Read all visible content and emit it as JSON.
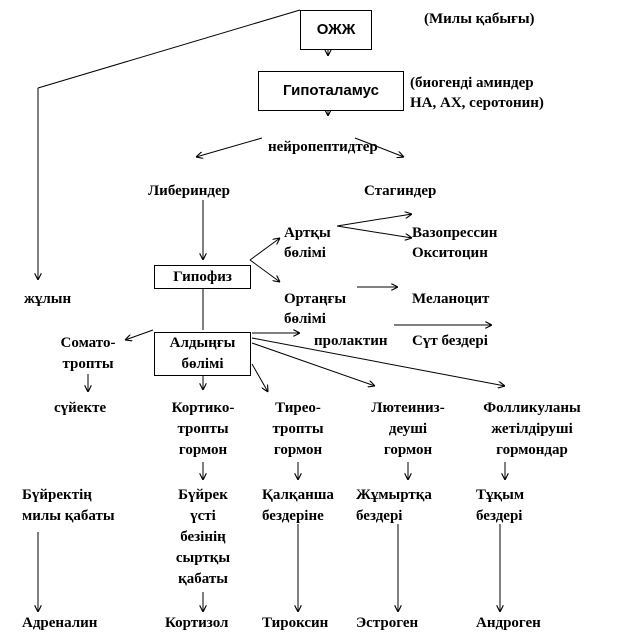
{
  "top_note": "(Милы қабығы)",
  "cns": "ОЖЖ",
  "hypothalamus": "Гипоталамус",
  "amines_line1": "(биогенді аминдер",
  "amines_line2": "НА, АХ, серотонин)",
  "neuropeptides": "нейропептидтер",
  "liberins": "Либериндер",
  "statins": "Стагиндер",
  "posterior_line1": "Артқы",
  "posterior_line2": "бөлімі",
  "vasopressin": "Вазопрессин",
  "oxytocin": "Окситоцин",
  "pituitary": "Гипофиз",
  "spinal_cord": "жұлын",
  "middle_line1": "Ортаңғы",
  "middle_line2": "бөлімі",
  "melanocyte": "Меланоцит",
  "somato_line1": "Сомато-",
  "somato_line2": "тропты",
  "anterior_line1": "Алдыңғы",
  "anterior_line2": "бөлімі",
  "prolactin": "пролактин",
  "mammary": "Сүт бездері",
  "bone": "сүйекте",
  "cortico": [
    "Кортико-",
    "тропты",
    "гормон"
  ],
  "thyreo": [
    "Тиреo-",
    "тропты",
    "гормон"
  ],
  "luteo": [
    "Лютеиниз-",
    "деуші",
    "гормон"
  ],
  "follicle": [
    "Фолликуланы",
    "жетілдіруші",
    "гормондар"
  ],
  "adrenal_medulla": [
    "Бүйректің",
    "милы қабаты"
  ],
  "adrenal_cortex": [
    "Бүйрек",
    "үсті",
    "безінің",
    "сыртқы",
    "қабаты"
  ],
  "thyroid": [
    "Қалқанша",
    "бездеріне"
  ],
  "ovary": [
    "Жұмыртқа",
    "бездері"
  ],
  "testis": [
    "Тұқым",
    "бездері"
  ],
  "adrenaline": "Адреналин",
  "cortisol": "Кортизол",
  "thyroxine": "Тироксин",
  "estrogen": "Эстроген",
  "androgen": "Андроген"
}
